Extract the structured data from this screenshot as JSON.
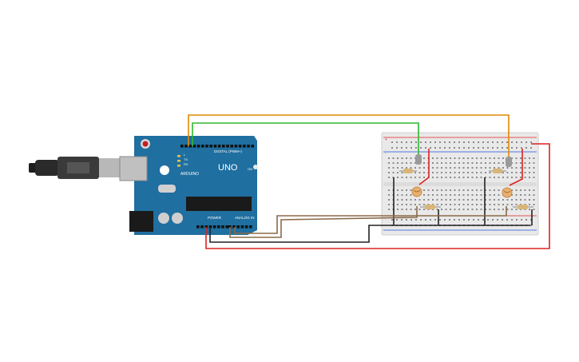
{
  "arduino": {
    "brand": "ARDUINO",
    "model": "UNO",
    "digital_header": "DIGITAL (PWM~)",
    "power_header": "POWER",
    "analog_header": "ANALOG IN",
    "tx_label": "TX",
    "rx_label": "RX",
    "l_label": "L",
    "on_label": "ON",
    "board_color": "#1f6fa0"
  },
  "breadboard": {
    "rail_plus": "+",
    "rail_minus": "-"
  },
  "wires": [
    {
      "name": "orange-wire",
      "color": "#e08a00"
    },
    {
      "name": "green-wire",
      "color": "#2eb82e"
    },
    {
      "name": "red-wire",
      "color": "#e02020"
    },
    {
      "name": "black-wire",
      "color": "#222222"
    },
    {
      "name": "brown-wire",
      "color": "#8a6a48"
    }
  ],
  "components": {
    "ldr_count": 2,
    "resistor_count": 4,
    "led_count": 2
  }
}
